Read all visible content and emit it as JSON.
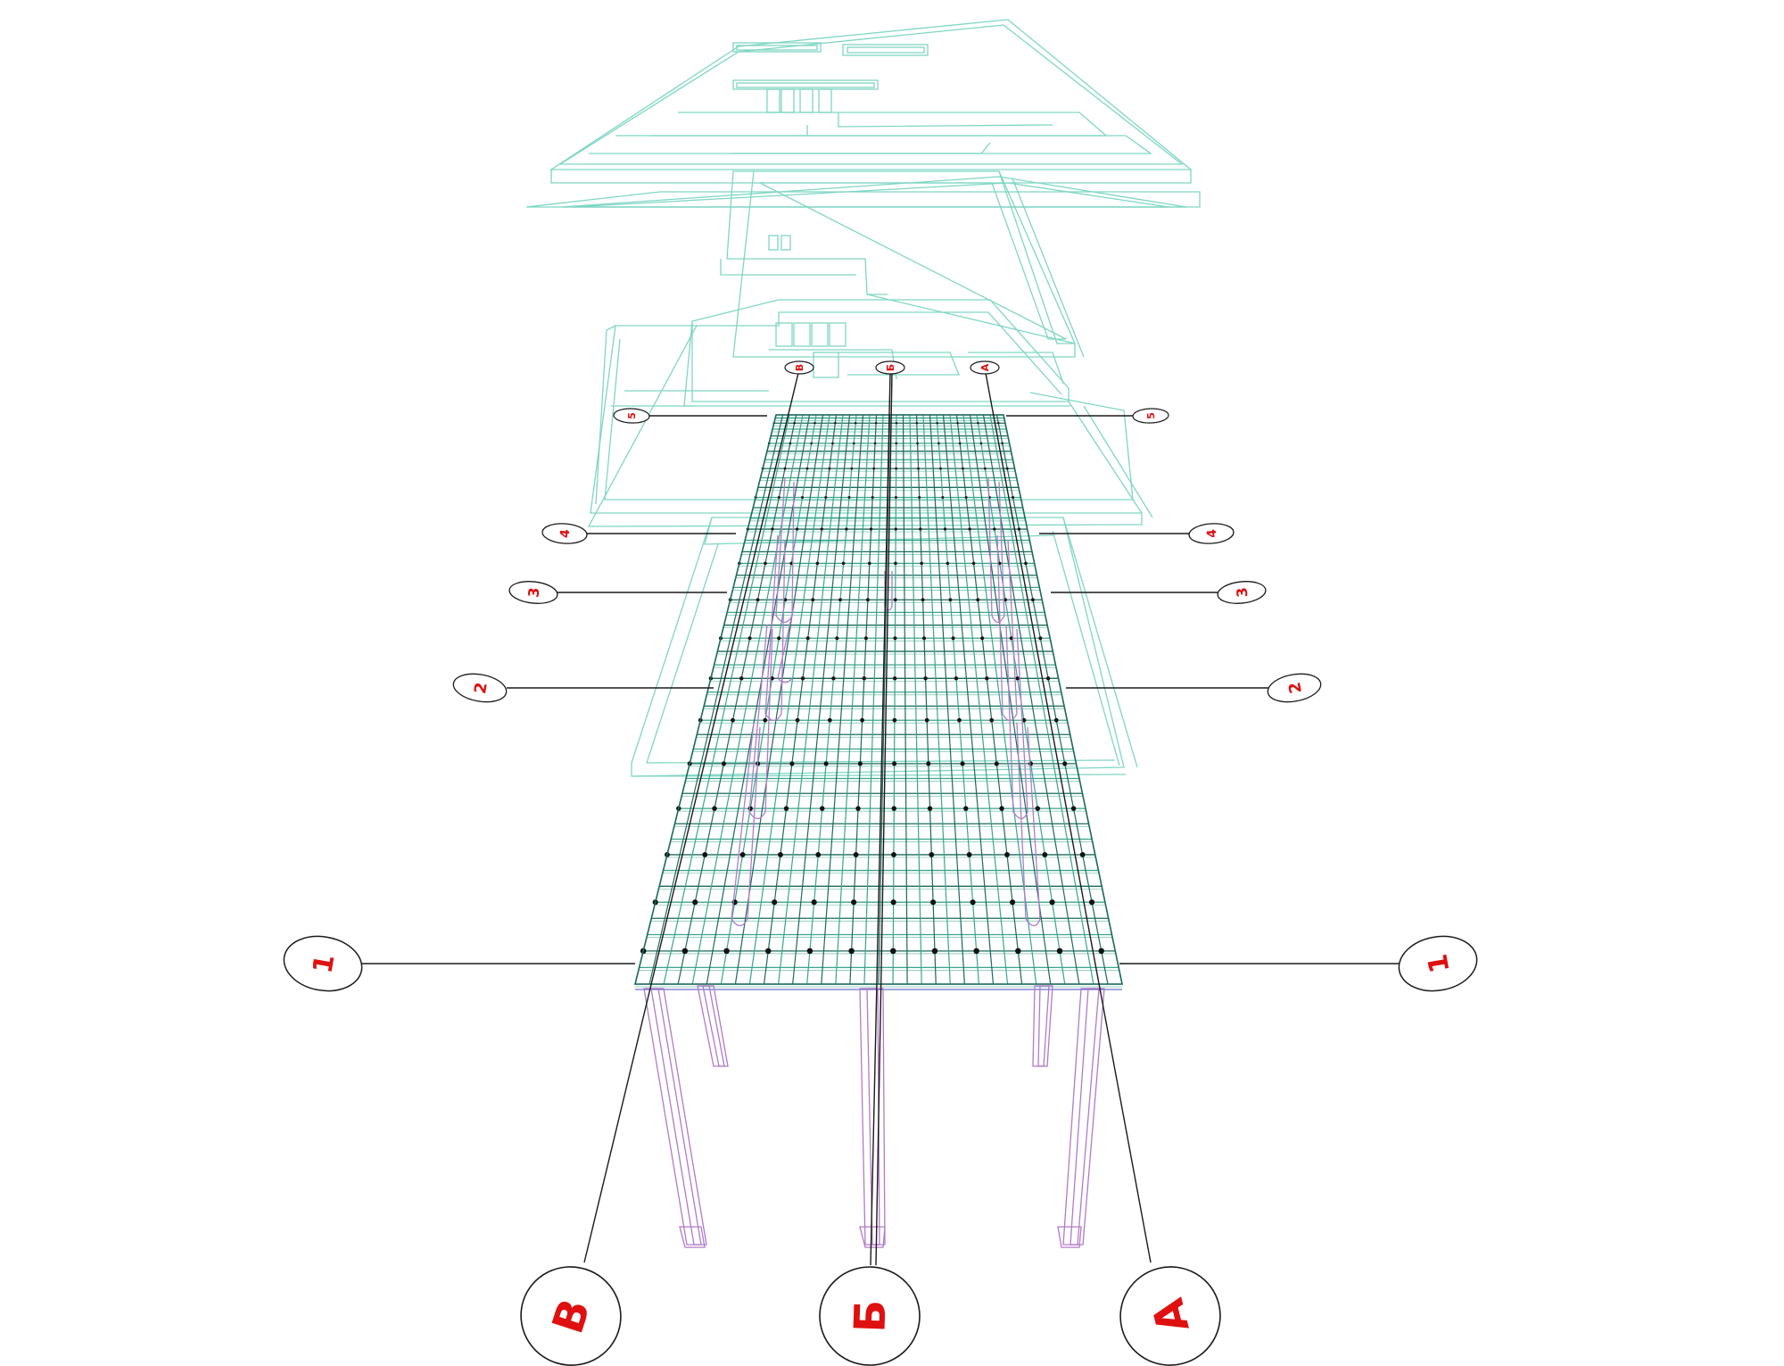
{
  "colors": {
    "background": "#ffffff",
    "frame": "#7fd6c4",
    "mesh": "#1c6a5c",
    "mesh_light": "#3aa58c",
    "columns": "#b07ac8",
    "rebar_dots": "#111111",
    "leader": "#1a1a1a",
    "label_text": "#e01010"
  },
  "axes": {
    "letters": [
      {
        "id": "v",
        "text": "В"
      },
      {
        "id": "b",
        "text": "Б"
      },
      {
        "id": "a",
        "text": "А"
      }
    ],
    "numbers": [
      {
        "id": "1",
        "text": "1"
      },
      {
        "id": "2",
        "text": "2"
      },
      {
        "id": "3",
        "text": "3"
      },
      {
        "id": "4",
        "text": "4"
      },
      {
        "id": "5",
        "text": "5"
      }
    ]
  }
}
